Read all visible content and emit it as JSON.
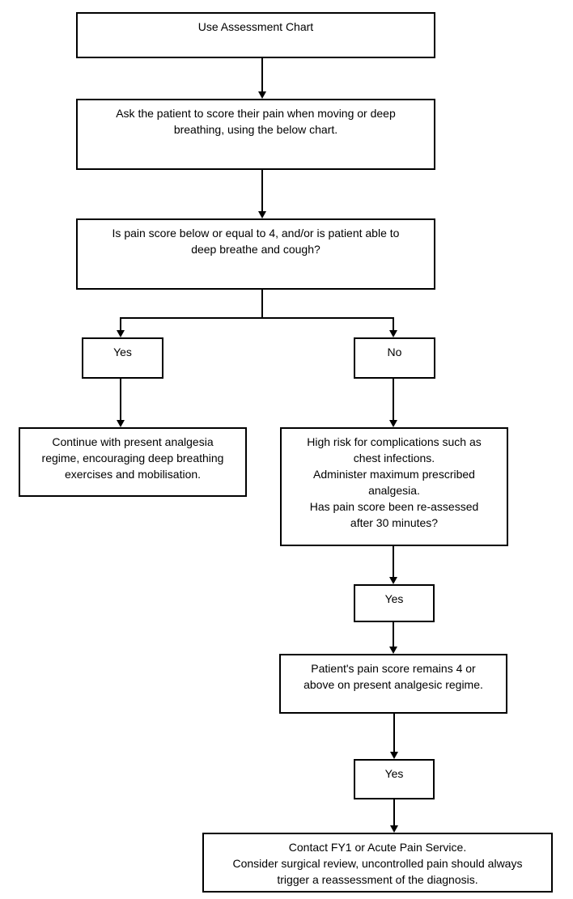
{
  "diagram": {
    "type": "flowchart",
    "title": "Use Assessment Chart",
    "background_color": "#ffffff",
    "box_border_color": "#000000",
    "text_color": "#000000",
    "nodes": {
      "start": {
        "label": "Use Assessment Chart"
      },
      "ask": {
        "label": "Ask the patient to score their pain when moving or deep\nbreathing, using the below chart."
      },
      "question": {
        "label": "Is pain score below or equal to 4, and/or is patient able to\ndeep breathe and cough?"
      },
      "yes1": {
        "label": "Yes"
      },
      "no1": {
        "label": "No"
      },
      "continue": {
        "label": "Continue with present analgesia\nregime, encouraging deep breathing\nexercises and mobilisation."
      },
      "highRisk": {
        "label": "High risk for complications such as\nchest infections.\nAdminister maximum prescribed\nanalgesia.\nHas pain score been re-assessed\nafter 30 minutes?"
      },
      "yes2": {
        "label": "Yes"
      },
      "remains": {
        "label": "Patient's pain score remains 4 or\nabove on present analgesic regime."
      },
      "yes3": {
        "label": "Yes"
      },
      "contact": {
        "label": "Contact FY1 or Acute Pain Service.\nConsider surgical review, uncontrolled pain should always\ntrigger a reassessment of the diagnosis."
      }
    },
    "edges": [
      {
        "from": "start",
        "to": "ask"
      },
      {
        "from": "ask",
        "to": "question"
      },
      {
        "from": "question",
        "to": "yes1"
      },
      {
        "from": "question",
        "to": "no1"
      },
      {
        "from": "yes1",
        "to": "continue"
      },
      {
        "from": "no1",
        "to": "highRisk"
      },
      {
        "from": "highRisk",
        "to": "yes2"
      },
      {
        "from": "yes2",
        "to": "remains"
      },
      {
        "from": "remains",
        "to": "yes3"
      },
      {
        "from": "yes3",
        "to": "contact"
      }
    ]
  }
}
